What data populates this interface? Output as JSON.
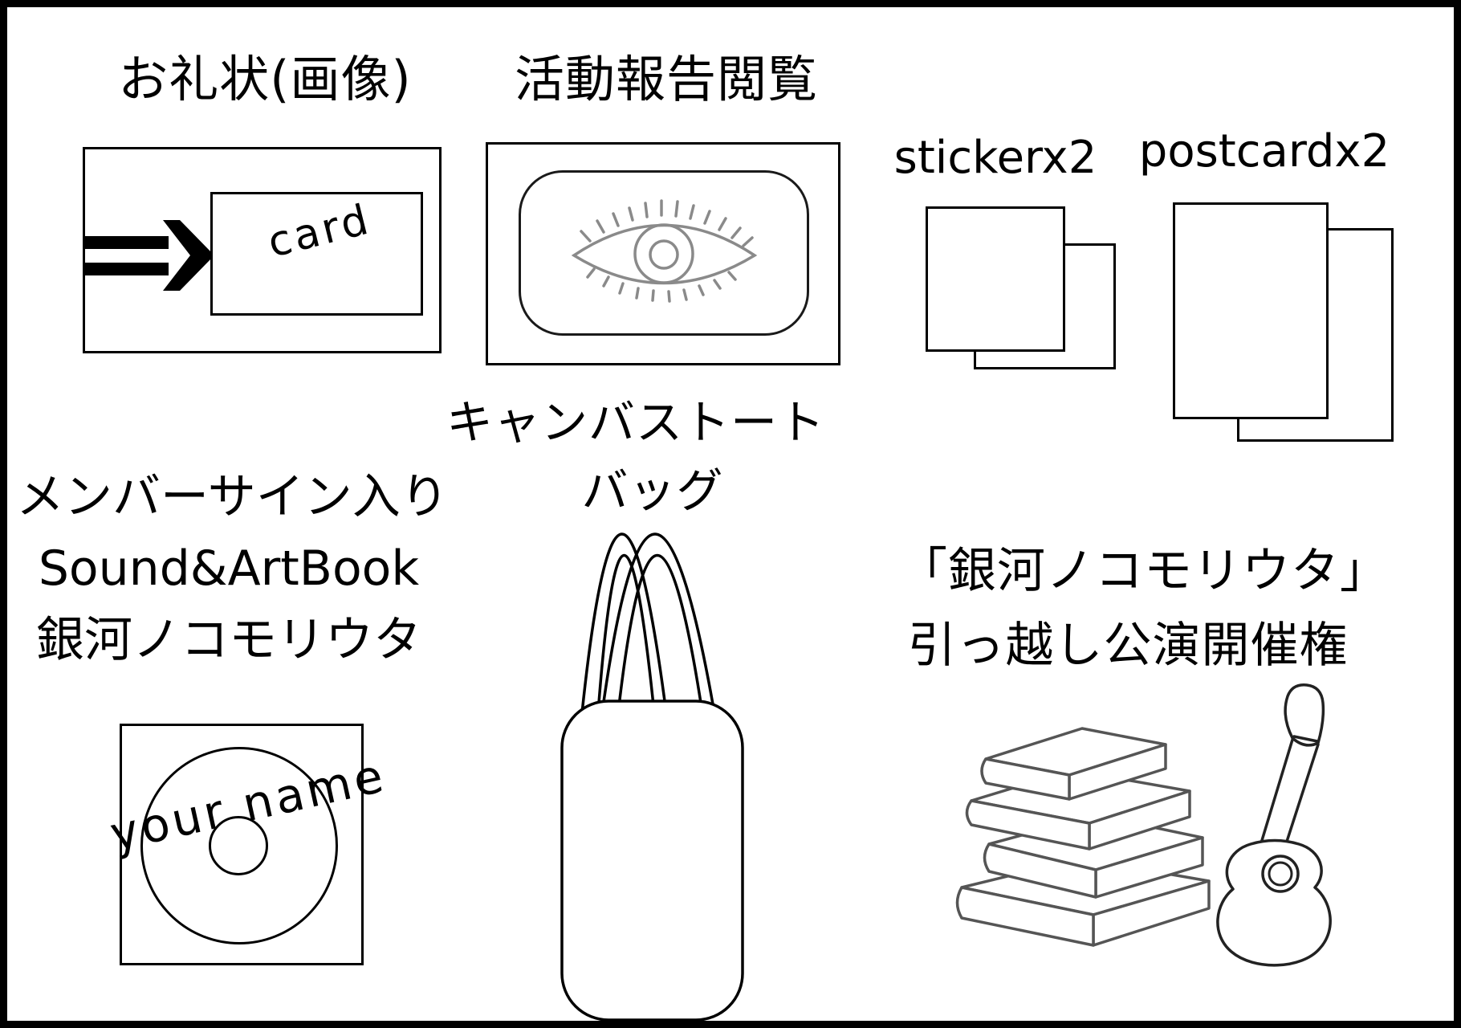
{
  "page": {
    "background": "#ffffff",
    "line_color": "#000000",
    "sketch_gray": "#888888",
    "book_gray": "#555555"
  },
  "sections": {
    "thank_you": {
      "title": "お礼状(画像)",
      "card_label": "card"
    },
    "activity_report": {
      "title": "活動報告閲覧"
    },
    "stickers": {
      "title": "stickerx2"
    },
    "postcards": {
      "title": "postcardx2"
    },
    "signed_artbook": {
      "line1": "メンバーサイン入り",
      "line2": "Sound&ArtBook",
      "line3": "銀河ノコモリウタ",
      "disc_label": "your name"
    },
    "tote": {
      "line1": "キャンバストート",
      "line2": "バッグ"
    },
    "relocation_show": {
      "line1": "「銀河ノコモリウタ」",
      "line2": "引っ越し公演開催権"
    }
  },
  "icons": {
    "arrow": "double-right-arrow-icon",
    "eye": "eye-icon",
    "disc": "cd-disc-icon",
    "tote": "tote-bag-icon",
    "books": "books-stack-icon",
    "guitar": "acoustic-guitar-icon"
  }
}
